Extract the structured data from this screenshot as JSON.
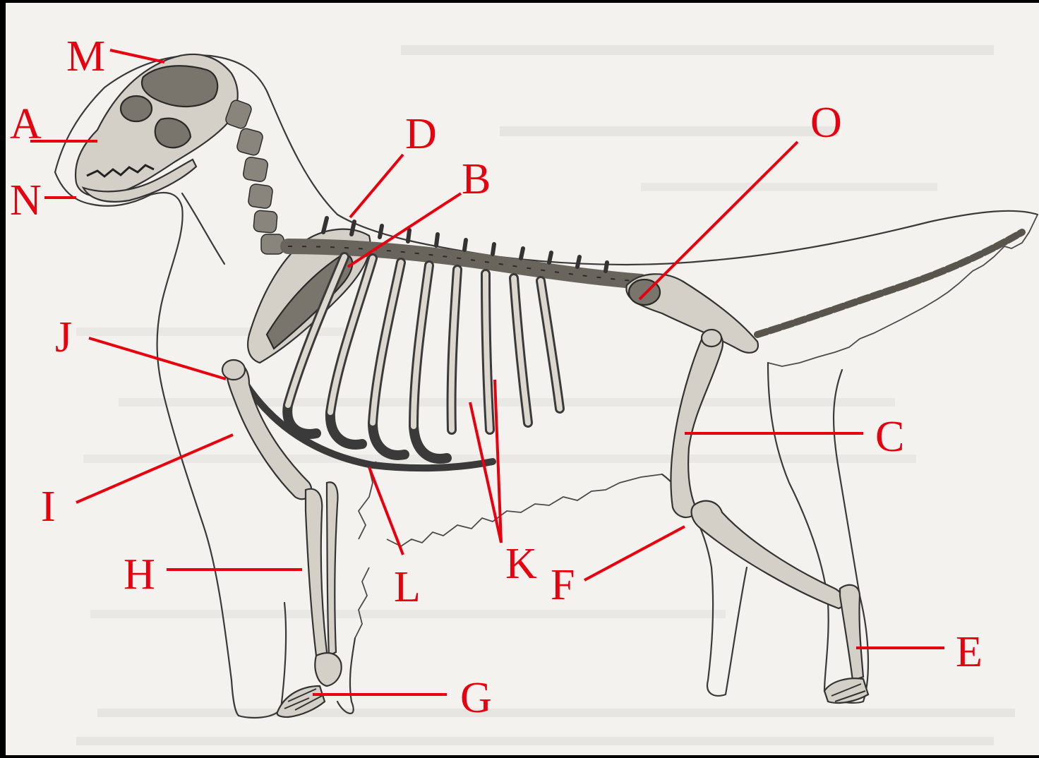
{
  "labels": [
    {
      "id": "M",
      "text": "M"
    },
    {
      "id": "A",
      "text": "A"
    },
    {
      "id": "N",
      "text": "N"
    },
    {
      "id": "D",
      "text": "D"
    },
    {
      "id": "B",
      "text": "B"
    },
    {
      "id": "O",
      "text": "O"
    },
    {
      "id": "J",
      "text": "J"
    },
    {
      "id": "C",
      "text": "C"
    },
    {
      "id": "I",
      "text": "I"
    },
    {
      "id": "K",
      "text": "K"
    },
    {
      "id": "H",
      "text": "H"
    },
    {
      "id": "L",
      "text": "L"
    },
    {
      "id": "F",
      "text": "F"
    },
    {
      "id": "E",
      "text": "E"
    },
    {
      "id": "G",
      "text": "G"
    }
  ],
  "colors": {
    "label": "#e8000e",
    "leader": "#e8000e",
    "drawing": "#3a3a3a",
    "background": "#f4f2ee"
  }
}
